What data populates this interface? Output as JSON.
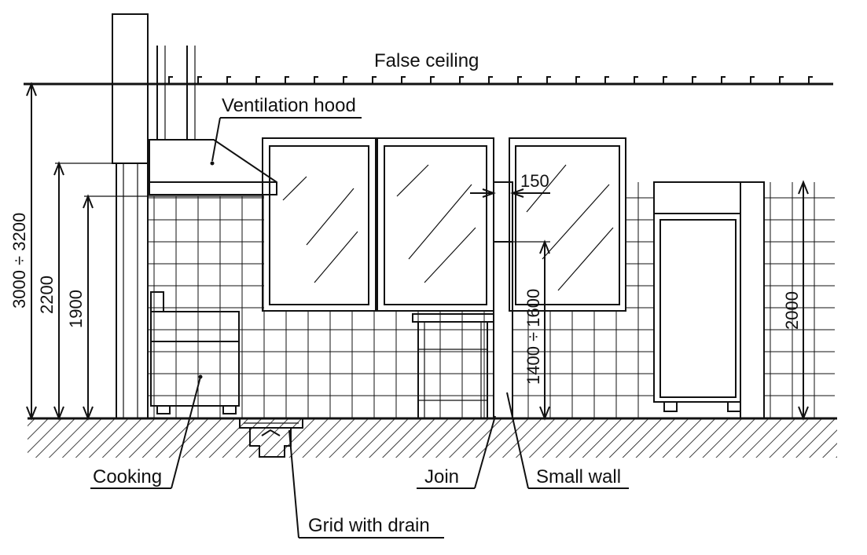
{
  "labels": {
    "false_ceiling": "False ceiling",
    "ventilation_hood": "Ventilation hood",
    "cooking": "Cooking",
    "grid_with_drain": "Grid with drain",
    "join": "Join",
    "small_wall": "Small wall"
  },
  "dimensions": {
    "ceiling_height": "3000 ÷ 3200",
    "hood_height": "2200",
    "tile_height_left": "1900",
    "window_offset": "150",
    "window_sill_height": "1400 ÷ 1600",
    "tile_height_right": "2000"
  },
  "colors": {
    "ink": "#111111",
    "background": "#ffffff"
  }
}
